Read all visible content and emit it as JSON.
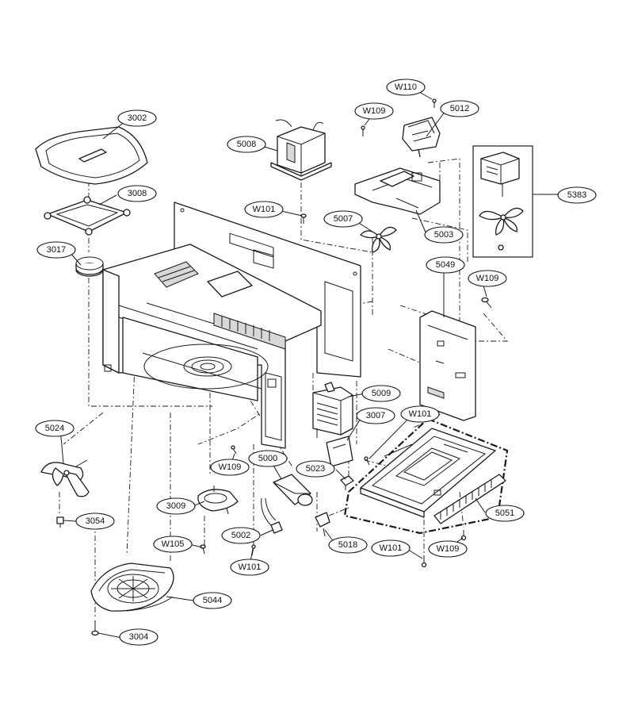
{
  "diagram": {
    "labels": {
      "p3002": "3002",
      "p3008": "3008",
      "p3017": "3017",
      "p5008": "5008",
      "pW101a": "W101",
      "pW110": "W110",
      "pW109a": "W109",
      "p5012": "5012",
      "p5383": "5383",
      "p5007": "5007",
      "p5003": "5003",
      "p5049": "5049",
      "pW109b": "W109",
      "p5009": "5009",
      "p3007": "3007",
      "pW101b": "W101",
      "p5024": "5024",
      "pW109c": "W109",
      "p5000": "5000",
      "p5023": "5023",
      "p3009": "3009",
      "p5051": "5051",
      "p3054": "3054",
      "pW105": "W105",
      "p5002": "5002",
      "p5018": "5018",
      "pW101c": "W101",
      "pW101d": "W101",
      "pW109d": "W109",
      "p5044": "5044",
      "p3004": "3004"
    }
  }
}
